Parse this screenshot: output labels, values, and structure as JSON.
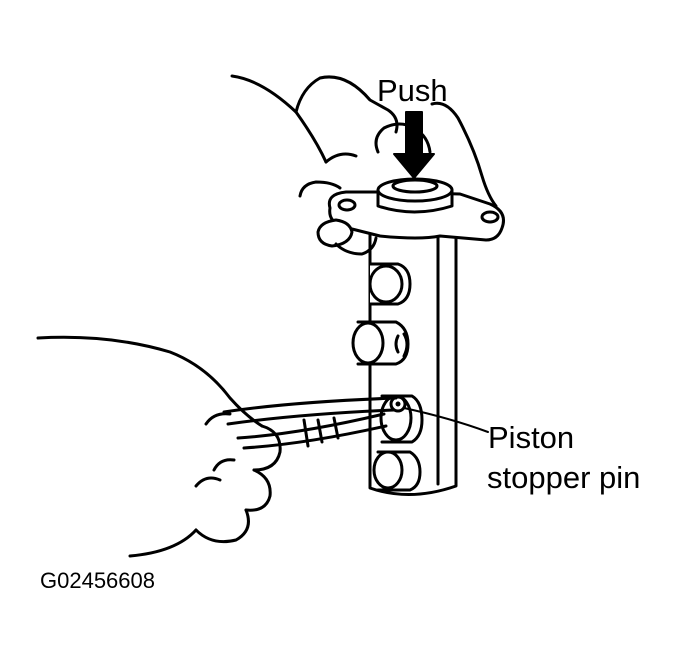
{
  "labels": {
    "push": "Push",
    "callout_line1": "Piston",
    "callout_line2": "stopper pin",
    "figure_id": "G02456608"
  },
  "colors": {
    "ink": "#000000",
    "paper": "#ffffff"
  }
}
